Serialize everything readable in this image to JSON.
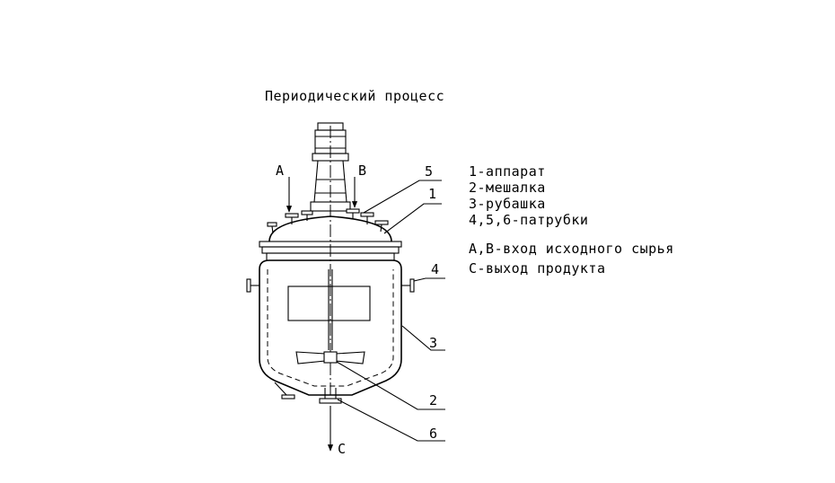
{
  "title": "Периодический процесс",
  "legend": [
    "1-аппарат",
    "2-мешалка",
    "3-рубашка",
    "4,5,6-патрубки"
  ],
  "notes": [
    "А,В-вход исходного сырья",
    "С-выход продукта"
  ],
  "arrows": {
    "a": "А",
    "b": "В",
    "c": "С"
  },
  "callouts": {
    "c1": "1",
    "c2": "2",
    "c3": "3",
    "c4": "4",
    "c5": "5",
    "c6": "6"
  }
}
